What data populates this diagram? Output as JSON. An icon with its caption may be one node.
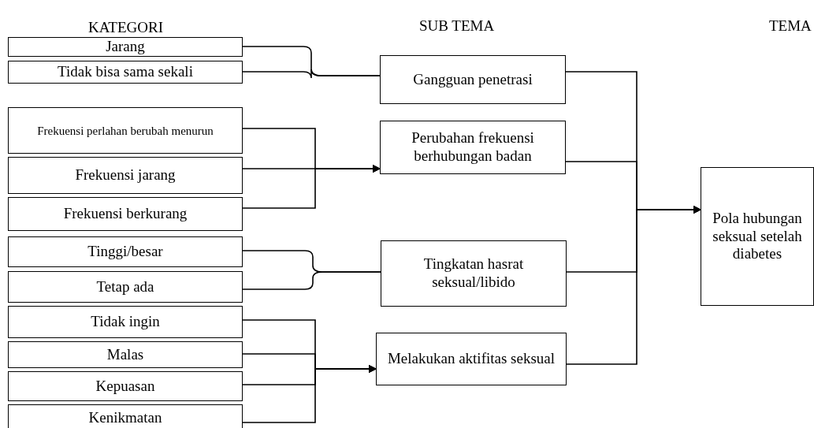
{
  "diagram": {
    "nodes": [
      {
        "text": [
          "Jarang"
        ]
      },
      {
        "text": [
          "Tidak bisa sama sekali"
        ]
      },
      {
        "text": [
          "Frekuensi perlahan berubah menurun"
        ]
      },
      {
        "text": [
          "Frekuensi jarang"
        ]
      },
      {
        "text": [
          "Frekuensi berkurang"
        ]
      },
      {
        "text": [
          "Tinggi/besar"
        ]
      },
      {
        "text": [
          "Tetap ada"
        ]
      },
      {
        "text": [
          "Tidak ingin"
        ]
      },
      {
        "text": [
          "Malas"
        ]
      },
      {
        "text": [
          "Kepuasan"
        ]
      },
      {
        "text": [
          "Kenikmatan"
        ]
      },
      {
        "text": [
          "Gangguan penetrasi"
        ]
      },
      {
        "text": [
          "Perubahan frekuensi berhubungan badan"
        ]
      },
      {
        "text": [
          "Tingkatan hasrat seksual/libido"
        ]
      },
      {
        "text": [
          "Melakukan aktifitas seksual"
        ]
      },
      {
        "text": [
          "Pola hubungan seksual setelah diabetes"
        ]
      }
    ],
    "edges": [
      {
        "from": 0,
        "to": 11,
        "arrow": "none"
      },
      {
        "from": 1,
        "to": 11,
        "arrow": "none"
      },
      {
        "from": 2,
        "to": 12,
        "arrow": "to"
      },
      {
        "from": 3,
        "to": 12,
        "arrow": "to"
      },
      {
        "from": 4,
        "to": 12,
        "arrow": "to"
      },
      {
        "from": 5,
        "to": 13,
        "arrow": "none"
      },
      {
        "from": 6,
        "to": 13,
        "arrow": "none"
      },
      {
        "from": 7,
        "to": 14,
        "arrow": "to"
      },
      {
        "from": 8,
        "to": 14,
        "arrow": "to"
      },
      {
        "from": 9,
        "to": 14,
        "arrow": "to"
      },
      {
        "from": 10,
        "to": 14,
        "arrow": "to"
      },
      {
        "from": 11,
        "to": 15,
        "arrow": "to"
      },
      {
        "from": 12,
        "to": 15,
        "arrow": "to"
      },
      {
        "from": 13,
        "to": 15,
        "arrow": "to"
      },
      {
        "from": 14,
        "to": 15,
        "arrow": "to"
      }
    ],
    "labels": [
      "KATEGORI",
      "SUB TEMA",
      "TEMA"
    ]
  }
}
